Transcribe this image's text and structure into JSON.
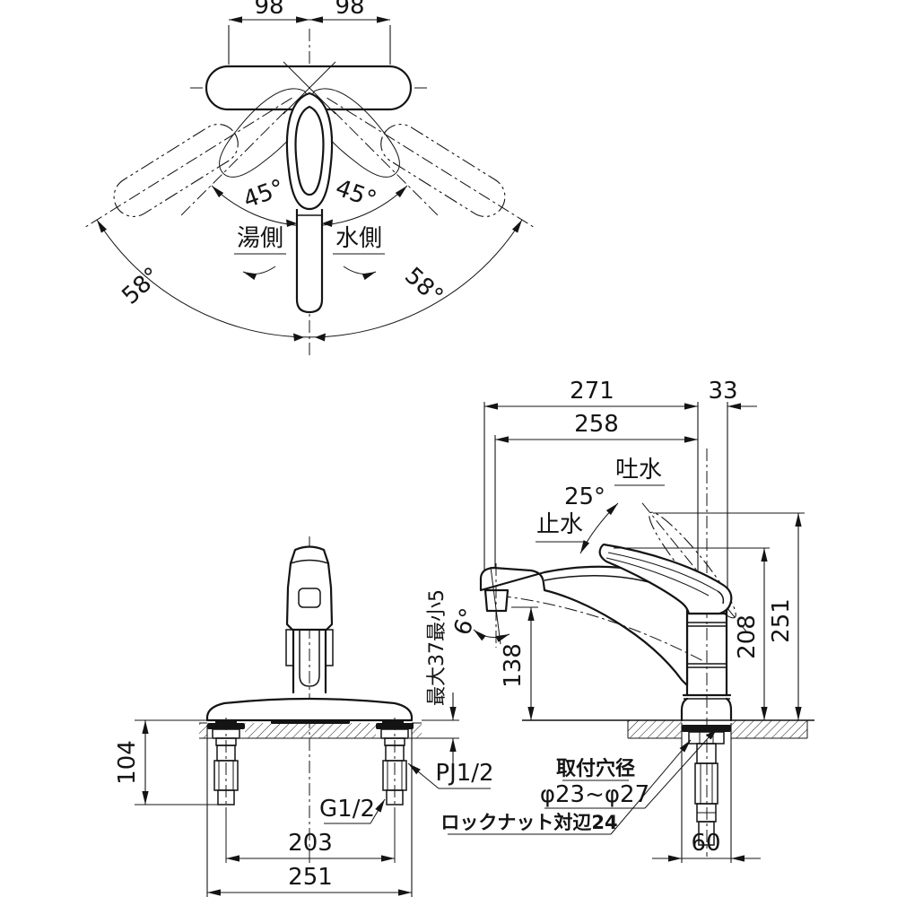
{
  "top_view": {
    "dim_left": "98",
    "dim_right": "98",
    "angle_inner_left": "45°",
    "angle_inner_right": "45°",
    "angle_outer_left": "58°",
    "angle_outer_right": "58°",
    "hot_label": "湯側",
    "cold_label": "水側"
  },
  "front_view": {
    "dim_under_height": "104",
    "dim_pitch": "203",
    "dim_base_width": "251",
    "thread_bottom": "G1/2",
    "thread_top": "PJ1/2"
  },
  "side_view": {
    "dim_reach_total": "271",
    "dim_back": "33",
    "dim_reach_spout": "258",
    "discharge_label": "吐水",
    "stop_label": "止水",
    "angle_handle": "25°",
    "angle_spout_tip": "6°",
    "dim_spout_height": "138",
    "dim_body_height": "208",
    "dim_total_height": "251",
    "deck_thickness": "最大37最小5",
    "dim_base_dia": "60",
    "hole_title": "取付穴径",
    "hole_range": "φ23~φ27",
    "locknut_label": "ロックナット対辺24"
  },
  "colors": {
    "line": "#141414",
    "background": "#ffffff"
  }
}
